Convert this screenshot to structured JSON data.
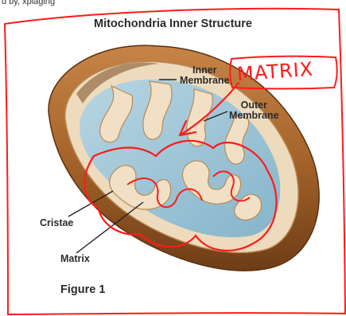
{
  "top_fragment": "d by, xplaging",
  "title": "Mitochondria Inner Structure",
  "labels": {
    "inner_membrane": [
      "Inner",
      "Membrane"
    ],
    "outer_membrane": [
      "Outer",
      "Membrane"
    ],
    "cristae": "Cristae",
    "matrix": "Matrix"
  },
  "caption": "Figure 1",
  "annotation": "MATRIX",
  "colors": {
    "outer_shell": "#a5642a",
    "membrane_cream": "#eedbbd",
    "matrix_blue": "#97c0d3",
    "annotation_red": "#ff1a1a"
  }
}
